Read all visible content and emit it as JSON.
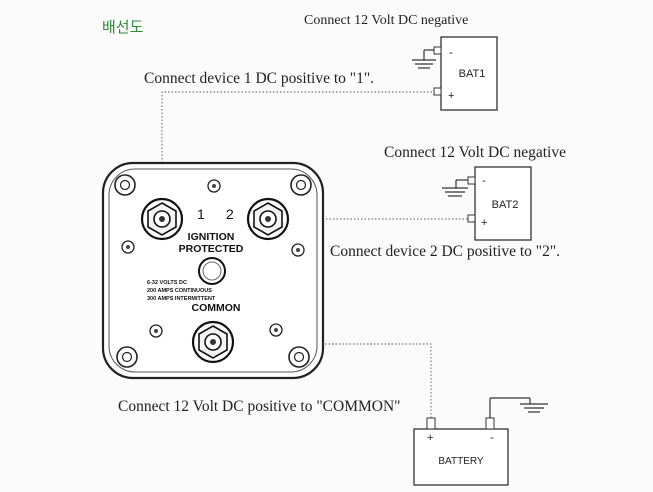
{
  "page": {
    "title": "배선도"
  },
  "labels": {
    "bat1_negative": "Connect 12 Volt DC negative",
    "device1_positive": "Connect device 1 DC positive to  \"1\".",
    "bat2_negative": "Connect 12 Volt DC negative",
    "device2_positive": "Connect device 2 DC positive to  \"2\".",
    "common_positive": "Connect 12 Volt DC positive to \"COMMON\""
  },
  "batteries": {
    "bat1": {
      "name": "BAT1",
      "neg": "-",
      "pos": "+"
    },
    "bat2": {
      "name": "BAT2",
      "neg": "-",
      "pos": "+"
    },
    "main": {
      "name": "BATTERY",
      "pos": "+",
      "neg": "-"
    }
  },
  "isolator": {
    "terminal_1": "1",
    "terminal_2": "2",
    "protect_line1": "IGNITION",
    "protect_line2": "PROTECTED",
    "spec1": "6-32 VOLTS DC",
    "spec2": "200 AMPS CONTINUOUS",
    "spec3": "300 AMPS INTERMITTENT",
    "common": "COMMON"
  },
  "colors": {
    "title": "#2e8b3a",
    "line": "#333333",
    "body": "#ffffff"
  }
}
